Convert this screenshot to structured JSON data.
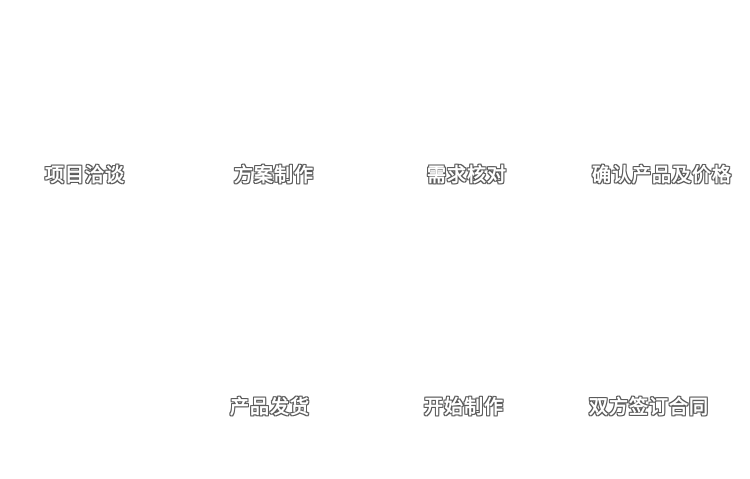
{
  "diagram": {
    "type": "process-flow",
    "background_color": "#ffffff",
    "label_color": "#ffffff",
    "label_outline_color": "#5a5a5a",
    "steps": [
      {
        "label": "项目洽谈"
      },
      {
        "label": "方案制作"
      },
      {
        "label": "需求核对"
      },
      {
        "label": "确认产品及价格"
      },
      {
        "label": "双方签订合同"
      },
      {
        "label": "开始制作"
      },
      {
        "label": "产品发货"
      }
    ]
  }
}
